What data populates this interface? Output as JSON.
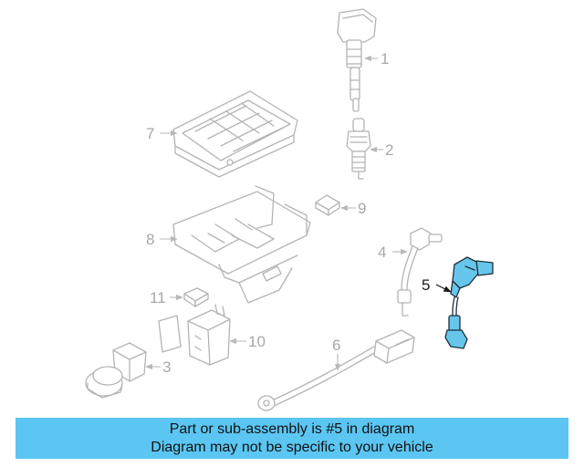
{
  "diagram": {
    "callouts": [
      {
        "id": "1",
        "label": "1"
      },
      {
        "id": "2",
        "label": "2"
      },
      {
        "id": "3",
        "label": "3"
      },
      {
        "id": "4",
        "label": "4"
      },
      {
        "id": "5",
        "label": "5",
        "highlighted": true
      },
      {
        "id": "6",
        "label": "6"
      },
      {
        "id": "7",
        "label": "7"
      },
      {
        "id": "8",
        "label": "8"
      },
      {
        "id": "9",
        "label": "9"
      },
      {
        "id": "10",
        "label": "10"
      },
      {
        "id": "11",
        "label": "11"
      }
    ],
    "colors": {
      "highlight_fill": "#67c6ec",
      "part_stroke": "#b4b4b4",
      "banner_background": "#5bc6f2"
    }
  },
  "banner": {
    "line1": "Part or sub-assembly is #5 in diagram",
    "line2": "Diagram may not be specific to your vehicle"
  }
}
